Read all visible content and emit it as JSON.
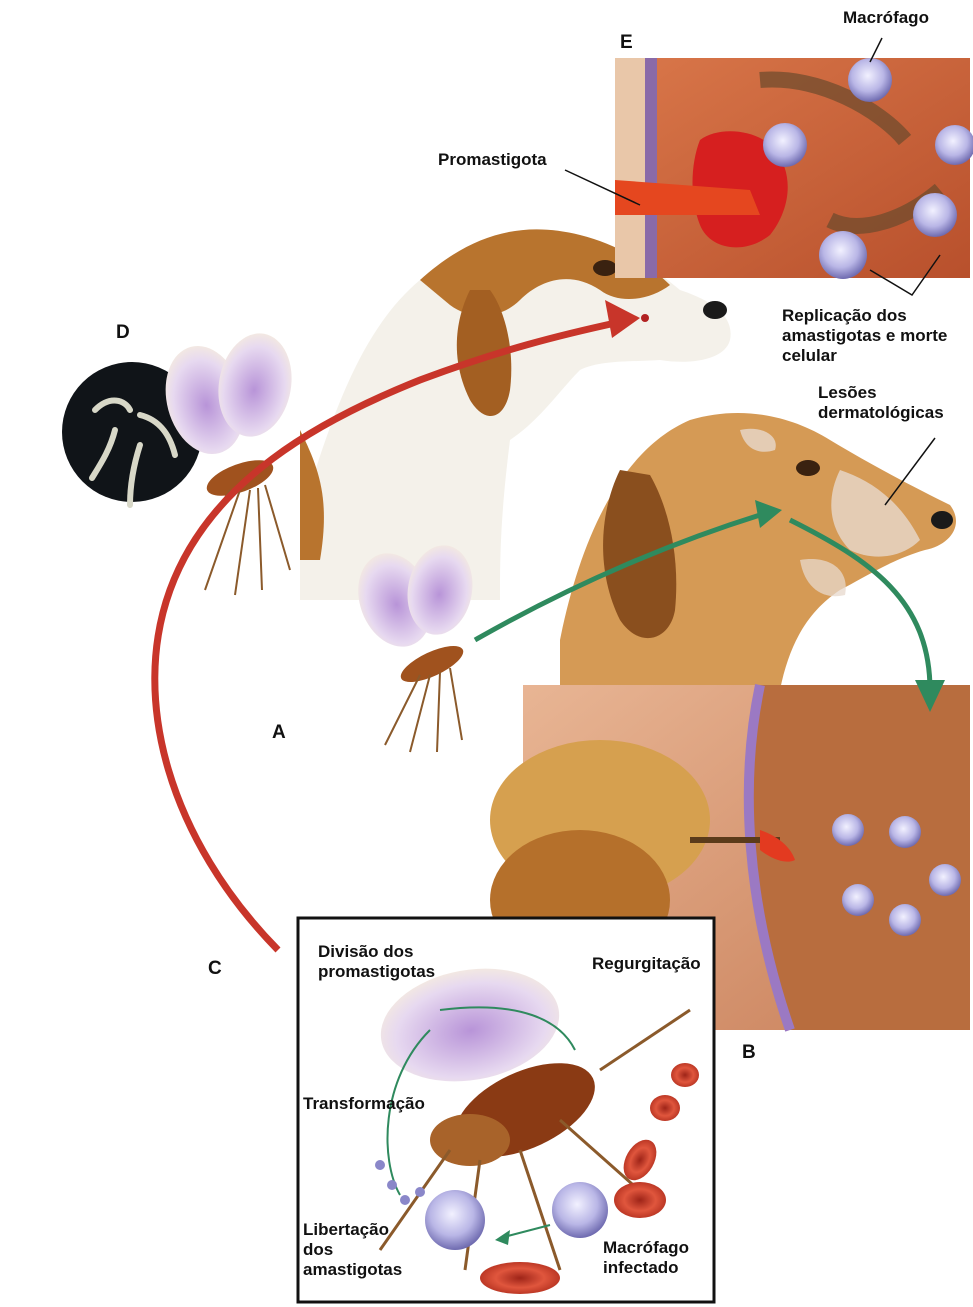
{
  "colors": {
    "infection_arrow": "#c8352a",
    "transmission_arrow": "#2f8a5e",
    "tissue": "#c9623a",
    "dog_brown": "#b8742e",
    "dog_white": "#f4f1ea",
    "wing": "#c7a6dc",
    "blood_cell": "#c0392b",
    "macrophage": "#8a87c9"
  },
  "letters": {
    "a": "A",
    "b": "B",
    "c": "C",
    "d": "D",
    "e": "E"
  },
  "labels": {
    "macrofago": "Macrófago",
    "promastigota": "Promastigota",
    "replicacao": [
      "Replicação dos",
      "amastigotas e morte",
      "celular"
    ],
    "lesoes": [
      "Lesões",
      "dermatológicas"
    ],
    "divisao": [
      "Divisão dos",
      "promastigotas"
    ],
    "regurgitacao": "Regurgitação",
    "transformacao": "Transformação",
    "libertacao": [
      "Libertação",
      "dos",
      "amastigotas"
    ],
    "macrofago_infectado": [
      "Macrófago",
      "infectado"
    ]
  }
}
